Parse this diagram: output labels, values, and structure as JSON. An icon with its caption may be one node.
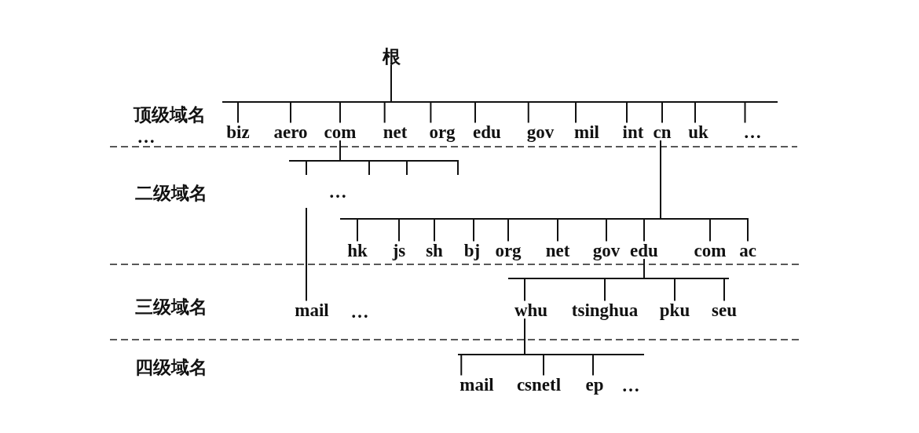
{
  "diagram": {
    "nodes": [
      {
        "text": [
          "根"
        ]
      },
      {
        "text": [
          "biz"
        ]
      },
      {
        "text": [
          "aero"
        ]
      },
      {
        "text": [
          "com"
        ]
      },
      {
        "text": [
          "net"
        ]
      },
      {
        "text": [
          "org"
        ]
      },
      {
        "text": [
          "edu"
        ]
      },
      {
        "text": [
          "gov"
        ]
      },
      {
        "text": [
          "mil"
        ]
      },
      {
        "text": [
          "int"
        ]
      },
      {
        "text": [
          "cn"
        ]
      },
      {
        "text": [
          "uk"
        ]
      },
      {
        "text": [
          "…"
        ]
      },
      {
        "text": [
          "hk"
        ]
      },
      {
        "text": [
          "js"
        ]
      },
      {
        "text": [
          "sh"
        ]
      },
      {
        "text": [
          "bj"
        ]
      },
      {
        "text": [
          "org"
        ]
      },
      {
        "text": [
          "net"
        ]
      },
      {
        "text": [
          "gov"
        ]
      },
      {
        "text": [
          "edu"
        ]
      },
      {
        "text": [
          "com"
        ]
      },
      {
        "text": [
          "ac"
        ]
      },
      {
        "text": [
          "mail"
        ]
      },
      {
        "text": [
          "whu"
        ]
      },
      {
        "text": [
          "tsinghua"
        ]
      },
      {
        "text": [
          "pku"
        ]
      },
      {
        "text": [
          "seu"
        ]
      },
      {
        "text": [
          "mail"
        ]
      },
      {
        "text": [
          "csnetl"
        ]
      },
      {
        "text": [
          "ep"
        ]
      }
    ],
    "edges": [
      {
        "from": 0,
        "to": 1,
        "arrow": "none"
      },
      {
        "from": 0,
        "to": 2,
        "arrow": "none"
      },
      {
        "from": 0,
        "to": 3,
        "arrow": "none"
      },
      {
        "from": 0,
        "to": 4,
        "arrow": "none"
      },
      {
        "from": 0,
        "to": 5,
        "arrow": "none"
      },
      {
        "from": 0,
        "to": 6,
        "arrow": "none"
      },
      {
        "from": 0,
        "to": 7,
        "arrow": "none"
      },
      {
        "from": 0,
        "to": 8,
        "arrow": "none"
      },
      {
        "from": 0,
        "to": 9,
        "arrow": "none"
      },
      {
        "from": 0,
        "to": 10,
        "arrow": "none"
      },
      {
        "from": 0,
        "to": 11,
        "arrow": "none"
      },
      {
        "from": 0,
        "to": 12,
        "arrow": "none"
      },
      {
        "from": 3,
        "to": null,
        "arrow": "none"
      },
      {
        "from": 3,
        "to": null,
        "arrow": "none"
      },
      {
        "from": 3,
        "to": null,
        "arrow": "none"
      },
      {
        "from": 3,
        "to": null,
        "arrow": "none"
      },
      {
        "from": 10,
        "to": 13,
        "arrow": "none"
      },
      {
        "from": 10,
        "to": 14,
        "arrow": "none"
      },
      {
        "from": 10,
        "to": 15,
        "arrow": "none"
      },
      {
        "from": 10,
        "to": 16,
        "arrow": "none"
      },
      {
        "from": 10,
        "to": 17,
        "arrow": "none"
      },
      {
        "from": 10,
        "to": 18,
        "arrow": "none"
      },
      {
        "from": 10,
        "to": 19,
        "arrow": "none"
      },
      {
        "from": 10,
        "to": 20,
        "arrow": "none"
      },
      {
        "from": 10,
        "to": 21,
        "arrow": "none"
      },
      {
        "from": 10,
        "to": 22,
        "arrow": "none"
      },
      {
        "from": null,
        "to": 23,
        "arrow": "none"
      },
      {
        "from": 20,
        "to": 24,
        "arrow": "none"
      },
      {
        "from": 20,
        "to": 25,
        "arrow": "none"
      },
      {
        "from": 20,
        "to": 26,
        "arrow": "none"
      },
      {
        "from": 20,
        "to": 27,
        "arrow": "none"
      },
      {
        "from": 24,
        "to": 28,
        "arrow": "none"
      },
      {
        "from": 24,
        "to": 29,
        "arrow": "none"
      },
      {
        "from": 24,
        "to": 30,
        "arrow": "none"
      }
    ],
    "labels": [
      "顶级域名",
      "…",
      "二级域名",
      "…",
      "三级域名",
      "…",
      "四级域名",
      "…"
    ]
  }
}
